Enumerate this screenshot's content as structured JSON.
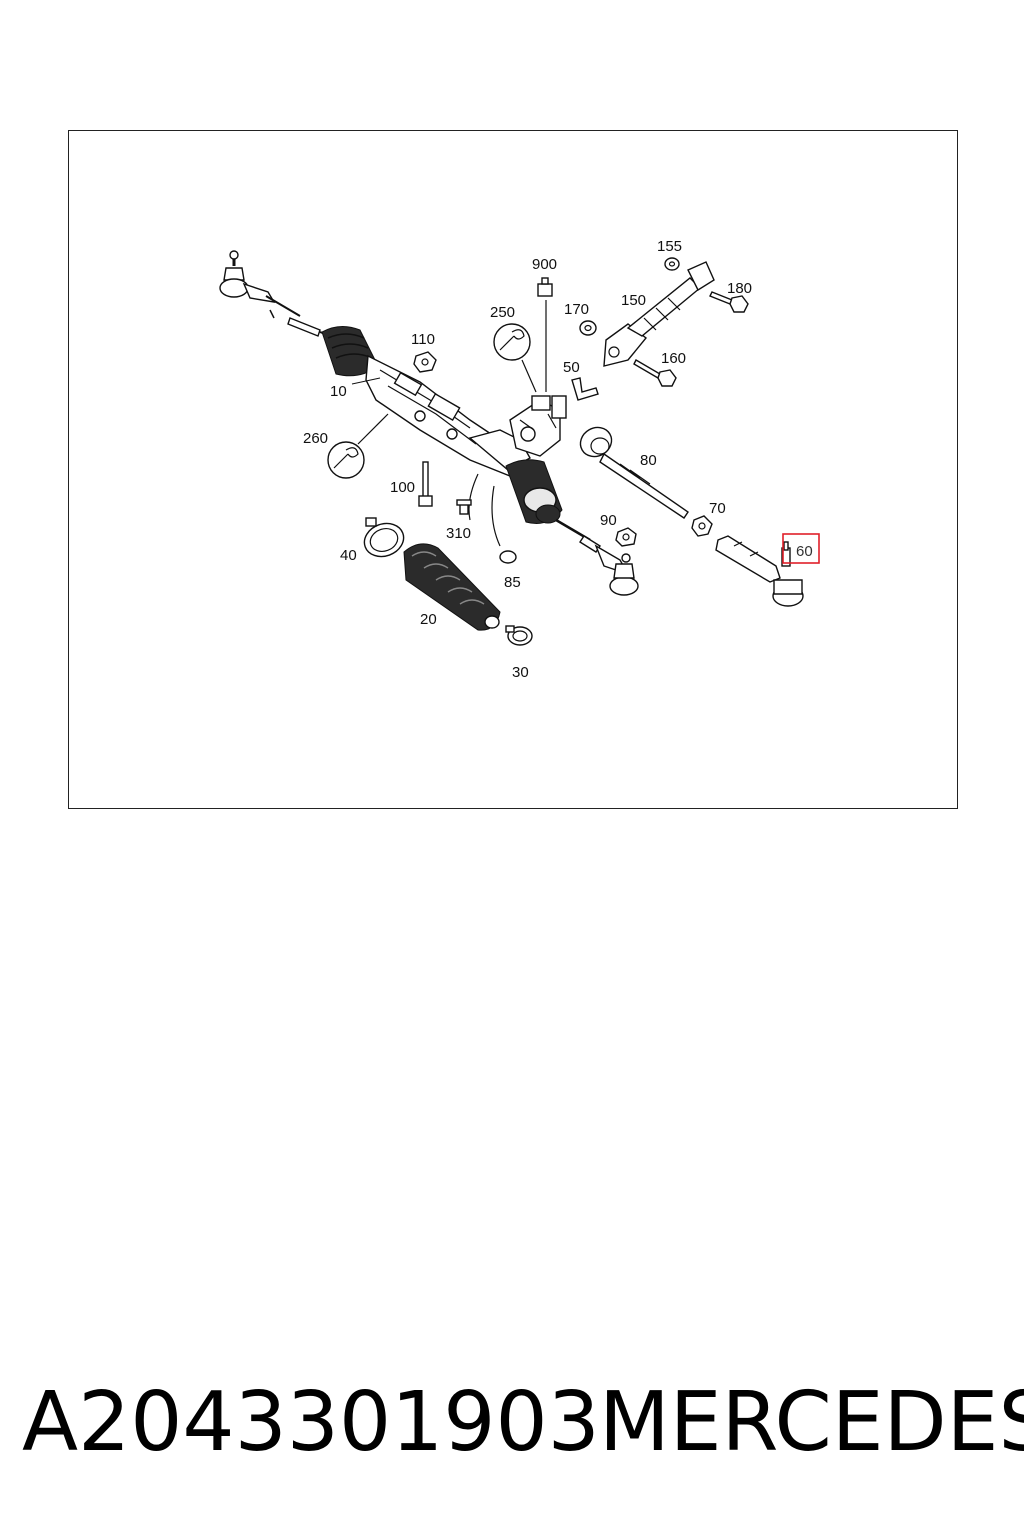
{
  "diagram": {
    "callouts": {
      "c10": "10",
      "c20": "20",
      "c30": "30",
      "c40": "40",
      "c50": "50",
      "c60": "60",
      "c70": "70",
      "c80": "80",
      "c85": "85",
      "c90": "90",
      "c100": "100",
      "c110": "110",
      "c150": "150",
      "c155": "155",
      "c160": "160",
      "c170": "170",
      "c180": "180",
      "c250": "250",
      "c260": "260",
      "c310": "310",
      "c900": "900"
    },
    "highlighted_callout": "60",
    "highlight_color": "#e0202a",
    "icons": [
      "wrench-icon",
      "wrench-icon"
    ]
  },
  "footer": {
    "part_number": "A2043301903",
    "brand": "MERCEDES"
  }
}
